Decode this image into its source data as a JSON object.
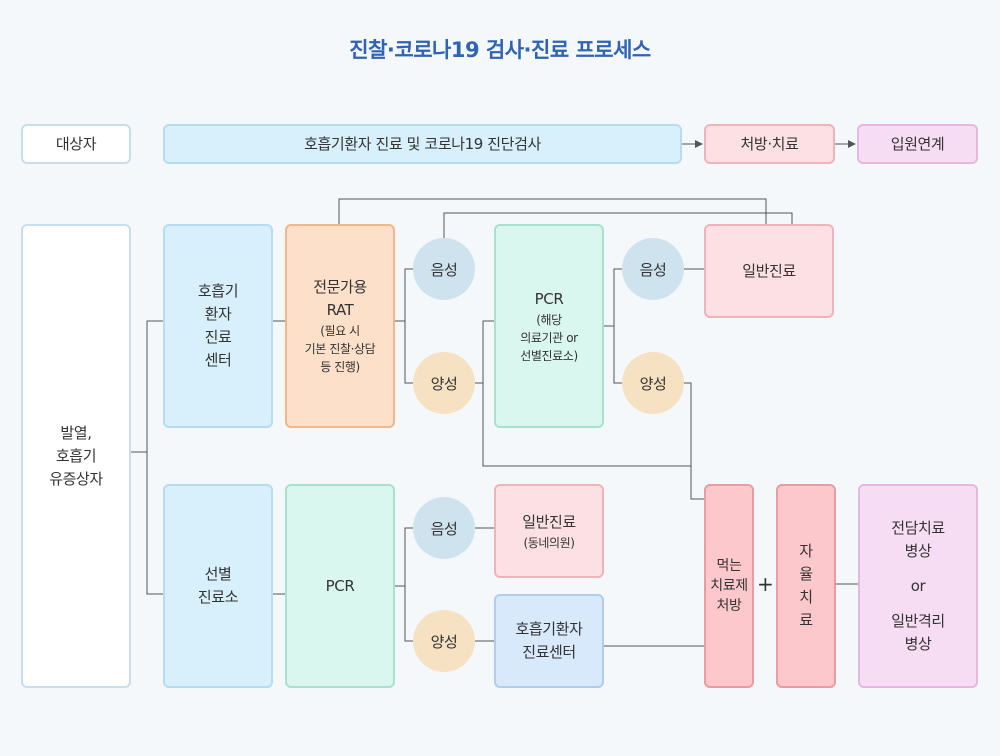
{
  "title": "진찰·코로나19 검사·진료 프로세스",
  "header": {
    "target": "대상자",
    "process": "호흡기환자 진료 및 코로나19 진단검사",
    "treatment": "처방·치료",
    "admission": "입원연계"
  },
  "patient": [
    "발열,",
    "호흡기",
    "유증상자"
  ],
  "center": [
    "호흡기",
    "환자",
    "진료",
    "센터"
  ],
  "rat": {
    "lines": [
      "전문가용",
      "RAT"
    ],
    "sub": [
      "(필요 시",
      "기본 진찰·상담",
      "등 진행)"
    ]
  },
  "pcr_top": {
    "title": "PCR",
    "sub": [
      "(해당",
      "의료기관 or",
      "선별진료소)"
    ]
  },
  "general_top": "일반진료",
  "clinic": [
    "선별",
    "진료소"
  ],
  "pcr_bottom": "PCR",
  "general_bottom": {
    "title": "일반진료",
    "sub": "(동네의원)"
  },
  "resp_center": [
    "호흡기환자",
    "진료센터"
  ],
  "medicine": [
    "먹는",
    "치료제",
    "처방"
  ],
  "plus": "+",
  "self_treatment": [
    "자",
    "율",
    "치",
    "료"
  ],
  "hospital": {
    "line1": [
      "전담치료",
      "병상"
    ],
    "or": "or",
    "line2": [
      "일반격리",
      "병상"
    ]
  },
  "labels": {
    "negative": "음성",
    "positive": "양성"
  },
  "colors": {
    "title": "#2f63b6",
    "line": "#555555"
  }
}
